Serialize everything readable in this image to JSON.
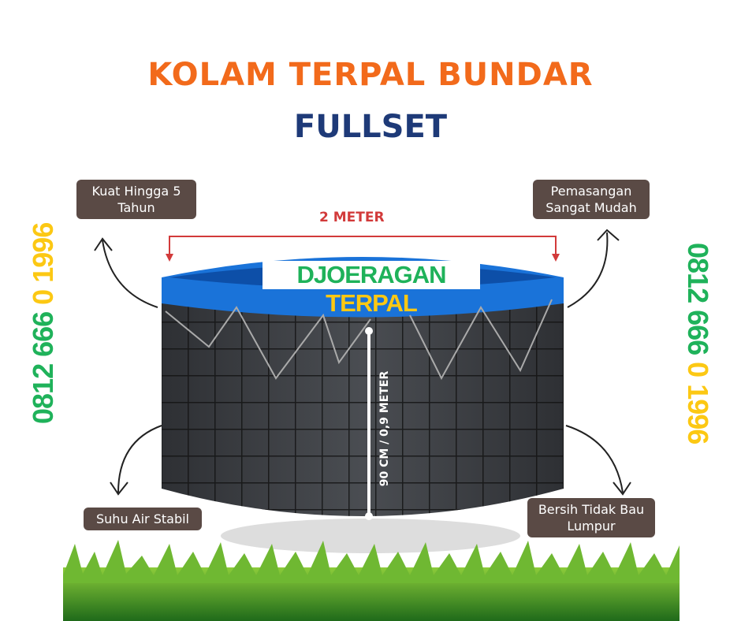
{
  "title": {
    "line1": "KOLAM TERPAL BUNDAR",
    "line2": "FULLSET"
  },
  "dimension": {
    "width": "2 METER",
    "height": "90 CM / 0,9 METER"
  },
  "brand": {
    "part1": "DJOERAGAN",
    "part2": "TERPAL"
  },
  "phone": {
    "part1": "0812 666",
    "part2": "0 1996"
  },
  "features": [
    "Kuat Hingga 5 Tahun",
    "Pemasangan Sangat Mudah",
    "Suhu Air Stabil",
    "Bersih Tidak Bau Lumpur"
  ],
  "colors": {
    "orange": "#f26a1b",
    "navy": "#1e3a78",
    "green": "#1fb25a",
    "yellow": "#fcc813",
    "badge": "#5a4a45",
    "rim": "#1a73d9"
  }
}
